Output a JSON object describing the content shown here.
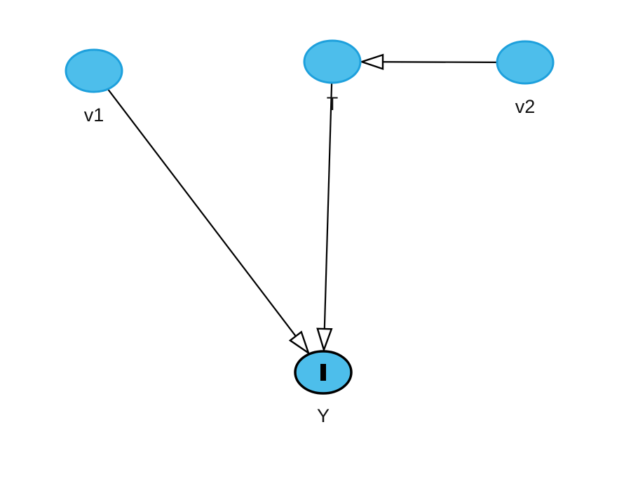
{
  "diagram": {
    "type": "causal-graph",
    "colors": {
      "node_fill": "#4DBEEB",
      "node_stroke": "#1EA0DC",
      "outcome_stroke": "#000000",
      "edge": "#000000",
      "background": "#ffffff"
    },
    "nodes": [
      {
        "id": "v1",
        "label": "v1",
        "role": "covariate"
      },
      {
        "id": "T",
        "label": "T",
        "role": "treatment"
      },
      {
        "id": "v2",
        "label": "v2",
        "role": "instrument"
      },
      {
        "id": "Y",
        "label": "Y",
        "role": "outcome",
        "marker": "I"
      }
    ],
    "edges": [
      {
        "from": "v1",
        "to": "Y"
      },
      {
        "from": "T",
        "to": "Y"
      },
      {
        "from": "v2",
        "to": "T"
      }
    ]
  }
}
